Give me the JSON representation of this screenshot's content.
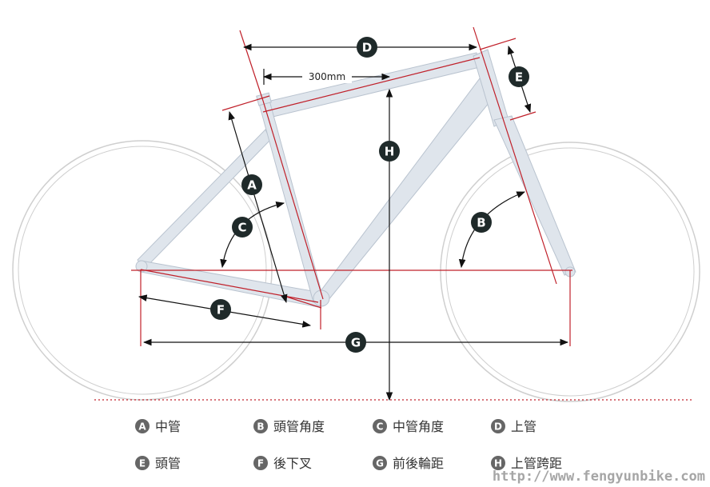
{
  "measure_label": "300mm",
  "markers": {
    "a": "A",
    "b": "B",
    "c": "C",
    "d": "D",
    "e": "E",
    "f": "F",
    "g": "G",
    "h": "H"
  },
  "legend": [
    {
      "letter": "A",
      "text": "中管"
    },
    {
      "letter": "B",
      "text": "頭管角度"
    },
    {
      "letter": "C",
      "text": "中管角度"
    },
    {
      "letter": "D",
      "text": "上管"
    },
    {
      "letter": "E",
      "text": "頭管"
    },
    {
      "letter": "F",
      "text": "後下叉"
    },
    {
      "letter": "G",
      "text": "前後輪距"
    },
    {
      "letter": "H",
      "text": "上管跨距"
    }
  ],
  "watermark": "http://www.fengyunbike.com",
  "colors": {
    "frame_fill": "#dfe5ec",
    "frame_stroke": "#b9c3cf",
    "wheel": "#c8c8c8",
    "red_line": "#c0202a",
    "black": "#111111",
    "marker": "#1f2a2a"
  }
}
